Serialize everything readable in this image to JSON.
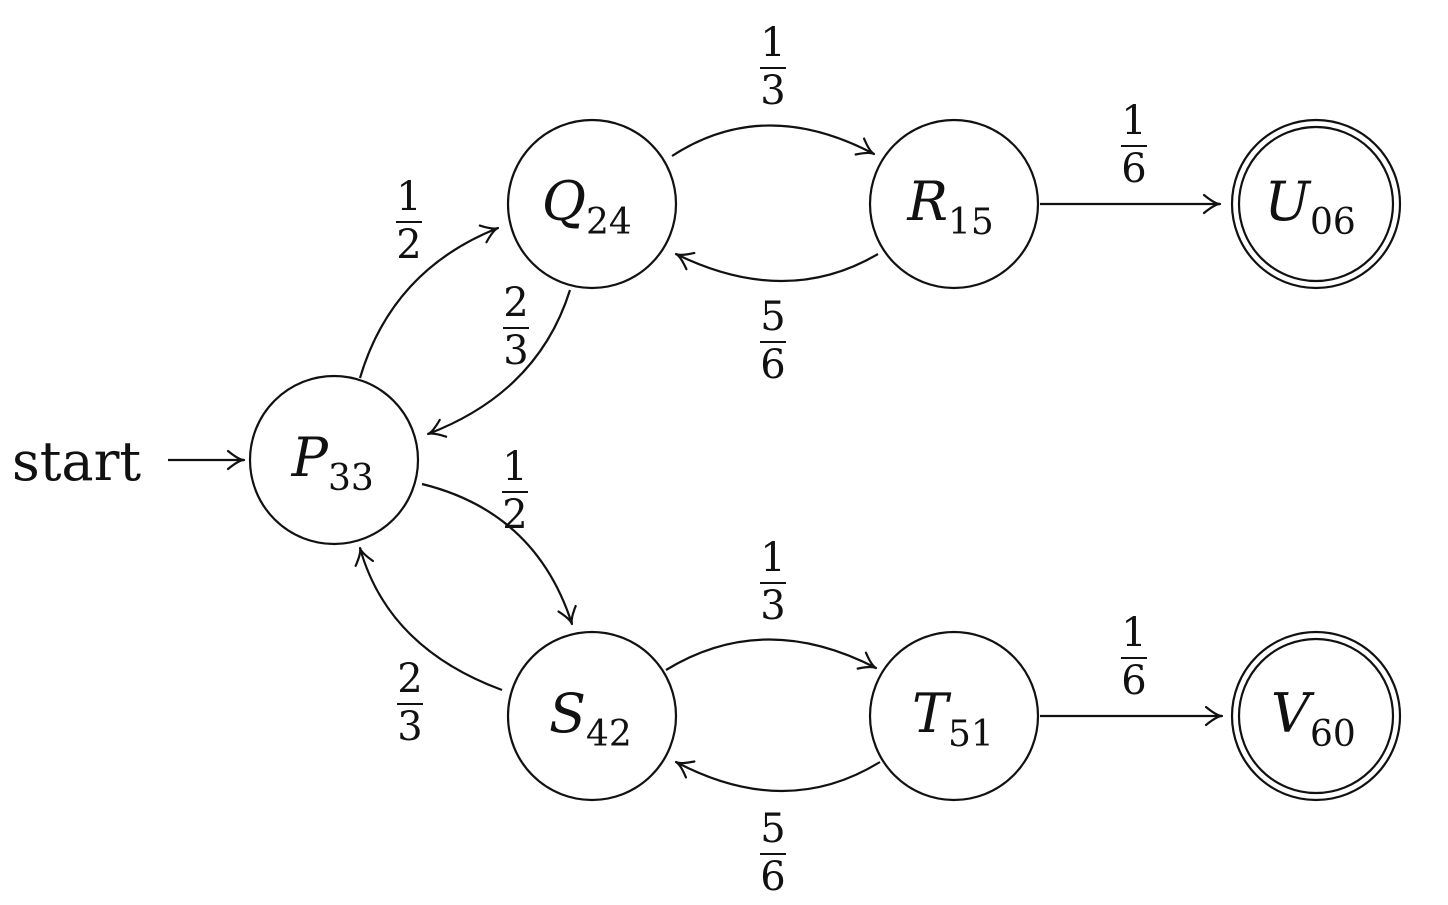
{
  "start_label": "start",
  "states": [
    {
      "id": "P",
      "letter": "P",
      "sub": "33",
      "accepting": false
    },
    {
      "id": "Q",
      "letter": "Q",
      "sub": "24",
      "accepting": false
    },
    {
      "id": "R",
      "letter": "R",
      "sub": "15",
      "accepting": false
    },
    {
      "id": "U",
      "letter": "U",
      "sub": "06",
      "accepting": true
    },
    {
      "id": "S",
      "letter": "S",
      "sub": "42",
      "accepting": false
    },
    {
      "id": "T",
      "letter": "T",
      "sub": "51",
      "accepting": false
    },
    {
      "id": "V",
      "letter": "V",
      "sub": "60",
      "accepting": true
    }
  ],
  "transitions": [
    {
      "from": "P",
      "to": "Q",
      "num": "1",
      "den": "2"
    },
    {
      "from": "Q",
      "to": "P",
      "num": "2",
      "den": "3"
    },
    {
      "from": "Q",
      "to": "R",
      "num": "1",
      "den": "3"
    },
    {
      "from": "R",
      "to": "Q",
      "num": "5",
      "den": "6"
    },
    {
      "from": "R",
      "to": "U",
      "num": "1",
      "den": "6"
    },
    {
      "from": "P",
      "to": "S",
      "num": "1",
      "den": "2"
    },
    {
      "from": "S",
      "to": "P",
      "num": "2",
      "den": "3"
    },
    {
      "from": "S",
      "to": "T",
      "num": "1",
      "den": "3"
    },
    {
      "from": "T",
      "to": "S",
      "num": "5",
      "den": "6"
    },
    {
      "from": "T",
      "to": "V",
      "num": "1",
      "den": "6"
    }
  ]
}
